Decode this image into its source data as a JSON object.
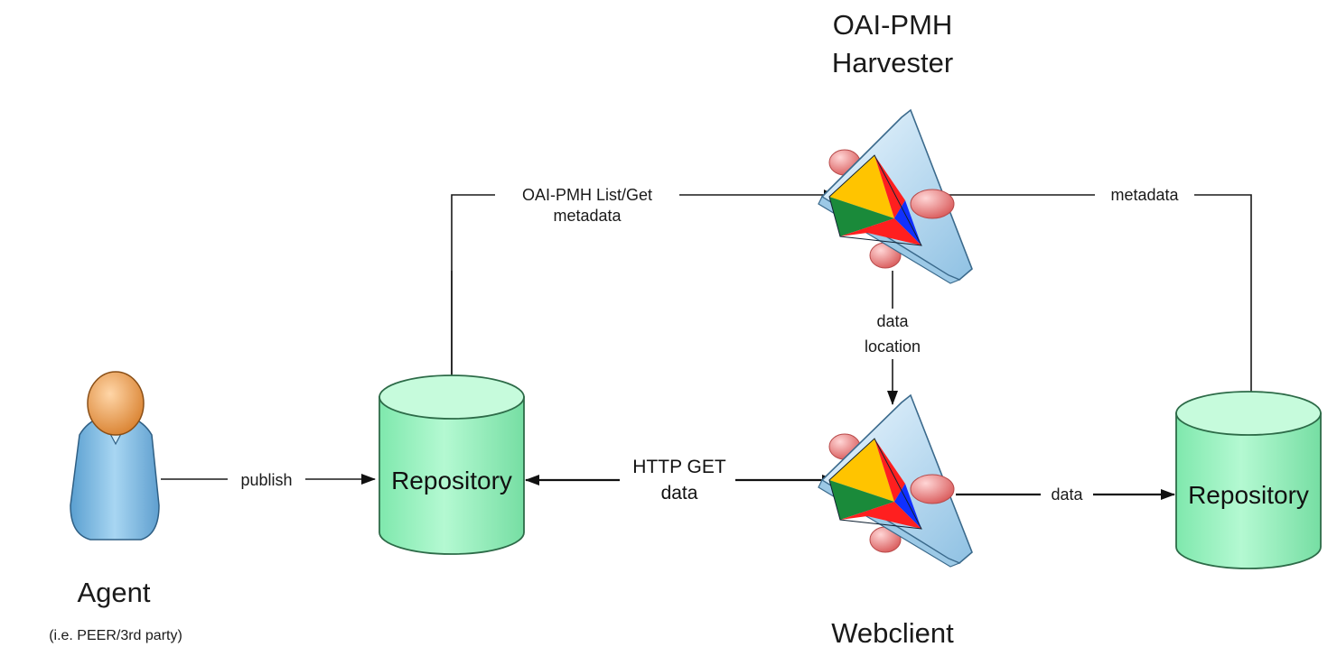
{
  "nodes": {
    "agent": {
      "title": "Agent",
      "subtitle": "(i.e. PEER/3rd party)"
    },
    "repository_left": {
      "label": "Repository"
    },
    "repository_right": {
      "label": "Repository"
    },
    "harvester": {
      "title_line1": "OAI-PMH",
      "title_line2": "Harvester"
    },
    "webclient": {
      "title": "Webclient"
    }
  },
  "edges": {
    "publish": {
      "label": "publish"
    },
    "oai_request": {
      "line1": "OAI-PMH List/Get",
      "line2": "metadata"
    },
    "metadata": {
      "label": "metadata"
    },
    "data_location": {
      "line1": "data",
      "line2": "location"
    },
    "http_get": {
      "line1": "HTTP GET",
      "line2": "data"
    },
    "data": {
      "label": "data"
    }
  },
  "colors": {
    "cylinder_fill": "#9ef5c3",
    "cylinder_top": "#c6fbdc",
    "cylinder_stroke": "#2d6b48",
    "agent_body": "#8ec4e6",
    "agent_head": "#f0a75e",
    "panel_fill": "#cfe7f6",
    "knob": "#f09a9a",
    "tri_yellow": "#ffc400",
    "tri_red": "#ff1f1f",
    "tri_green": "#1a8a3a",
    "tri_blue": "#1030ff"
  },
  "icons": {
    "agent": "person-icon",
    "repository": "database-cylinder-icon",
    "harvester": "application-window-icon",
    "webclient": "application-window-icon"
  }
}
